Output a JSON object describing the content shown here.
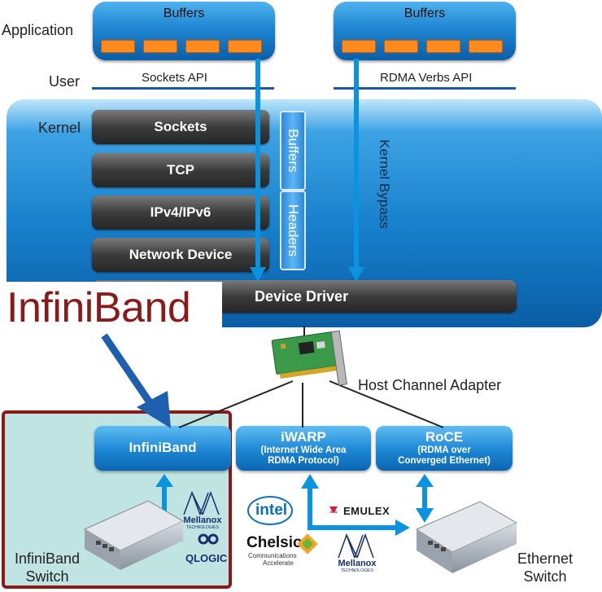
{
  "labels": {
    "application": "Application",
    "user": "User",
    "kernel": "Kernel",
    "sockets_api": "Sockets API",
    "rdma_verbs_api": "RDMA Verbs API",
    "buffers_left": "Buffers",
    "buffers_right": "Buffers",
    "kernel_bypass": "Kernel Bypass",
    "host_channel_adapter": "Host Channel Adapter",
    "infiniband_big": "InfiniBand",
    "infiniband_switch": "InfiniBand\nSwitch",
    "ethernet_switch": "Ethernet\nSwitch"
  },
  "stack": [
    "Sockets",
    "TCP",
    "IPv4/IPv6",
    "Network Device"
  ],
  "side_boxes": [
    "Buffers",
    "Headers"
  ],
  "device_driver": "Device Driver",
  "protocols": [
    {
      "title": "InfiniBand",
      "subtitle": ""
    },
    {
      "title": "iWARP",
      "subtitle": "(Internet Wide Area\nRDMA Protocol)"
    },
    {
      "title": "RoCE",
      "subtitle": "(RDMA over\nConverged Ethernet)"
    }
  ],
  "vendor_logos": {
    "mellanox": "Mellanox",
    "mellanox_sub": "TECHNOLOGIES",
    "qlogic": "QLOGIC",
    "intel": "intel",
    "emulex": "EMULEX",
    "chelsio": "Chelsio",
    "chelsio_sub1": "Communications",
    "chelsio_sub2": "Accelerate"
  },
  "colors": {
    "accent_blue": "#1880cc",
    "arrow_blue": "#0a94e0",
    "orange": "#ff8b1e",
    "infiniband_red": "#8b1a1a",
    "highlight_fill": "#bfe4e2"
  }
}
